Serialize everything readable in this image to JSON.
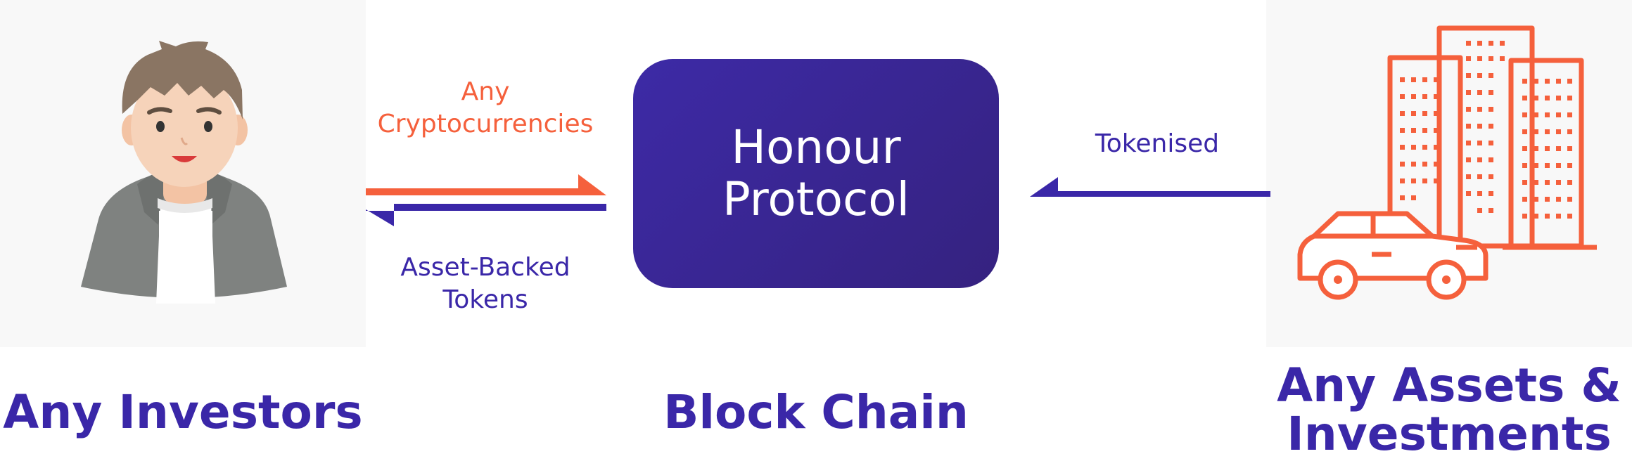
{
  "center": {
    "box_title": "Honour\nProtocol",
    "caption": "Block Chain"
  },
  "left": {
    "caption": "Any Investors"
  },
  "right": {
    "caption": "Any Assets &\nInvestments"
  },
  "flows": {
    "to_protocol_label": [
      "Any",
      "Cryptocurrencies"
    ],
    "from_protocol_label": [
      "Asset-Backed",
      "Tokens"
    ],
    "tokenised_label": "Tokenised"
  },
  "colors": {
    "purple": "#3a27a8",
    "orange": "#f5603c",
    "box": "#3d2aa6"
  },
  "icons": {
    "left": "investor-avatar-icon",
    "right": "buildings-and-car-icon"
  }
}
